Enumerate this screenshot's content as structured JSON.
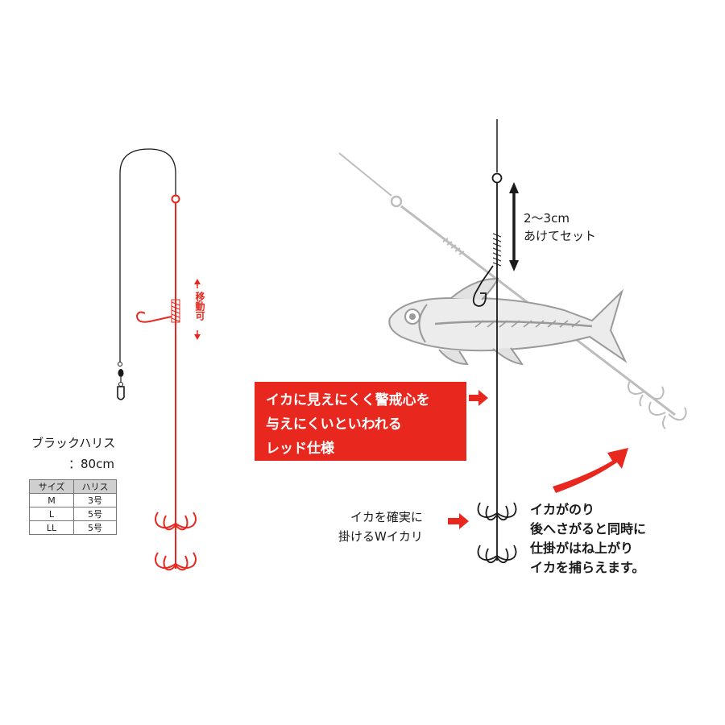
{
  "left_rig": {
    "move_label": "移動可",
    "black_leader_label": "ブラックハリス",
    "black_leader_length": "：80cm",
    "table": {
      "headers": [
        "サイズ",
        "ハリス"
      ],
      "rows": [
        [
          "M",
          "3号"
        ],
        [
          "L",
          "5号"
        ],
        [
          "LL",
          "5号"
        ]
      ]
    }
  },
  "right_rig": {
    "gap_label": [
      "2〜3cm",
      "あけてセット"
    ],
    "red_box_lines": [
      "イカに見えにくく警戒心を",
      "与えにくいといわれる",
      "レッド仕様"
    ],
    "w_hook_label": [
      "イカを確実に",
      "掛けるWイカリ"
    ],
    "catch_label": [
      "イカがのり",
      "後へさがると同時に",
      "仕掛がはね上がり",
      "イカを捕らえます。"
    ]
  },
  "colors": {
    "red": "#e8281e",
    "line_black": "#1a1a1a",
    "ghost_gray": "#bdbdbd",
    "table_header": "#cfcfcf"
  }
}
